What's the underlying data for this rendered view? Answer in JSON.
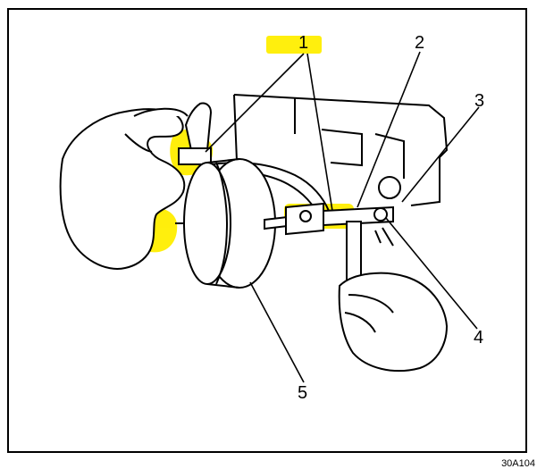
{
  "callouts": [
    {
      "id": "1",
      "label": "1"
    },
    {
      "id": "2",
      "label": "2"
    },
    {
      "id": "3",
      "label": "3"
    },
    {
      "id": "4",
      "label": "4"
    },
    {
      "id": "5",
      "label": "5"
    }
  ],
  "figure_id": "30A104",
  "colors": {
    "highlight": "#ffee00",
    "line": "#000000",
    "background": "#ffffff"
  }
}
